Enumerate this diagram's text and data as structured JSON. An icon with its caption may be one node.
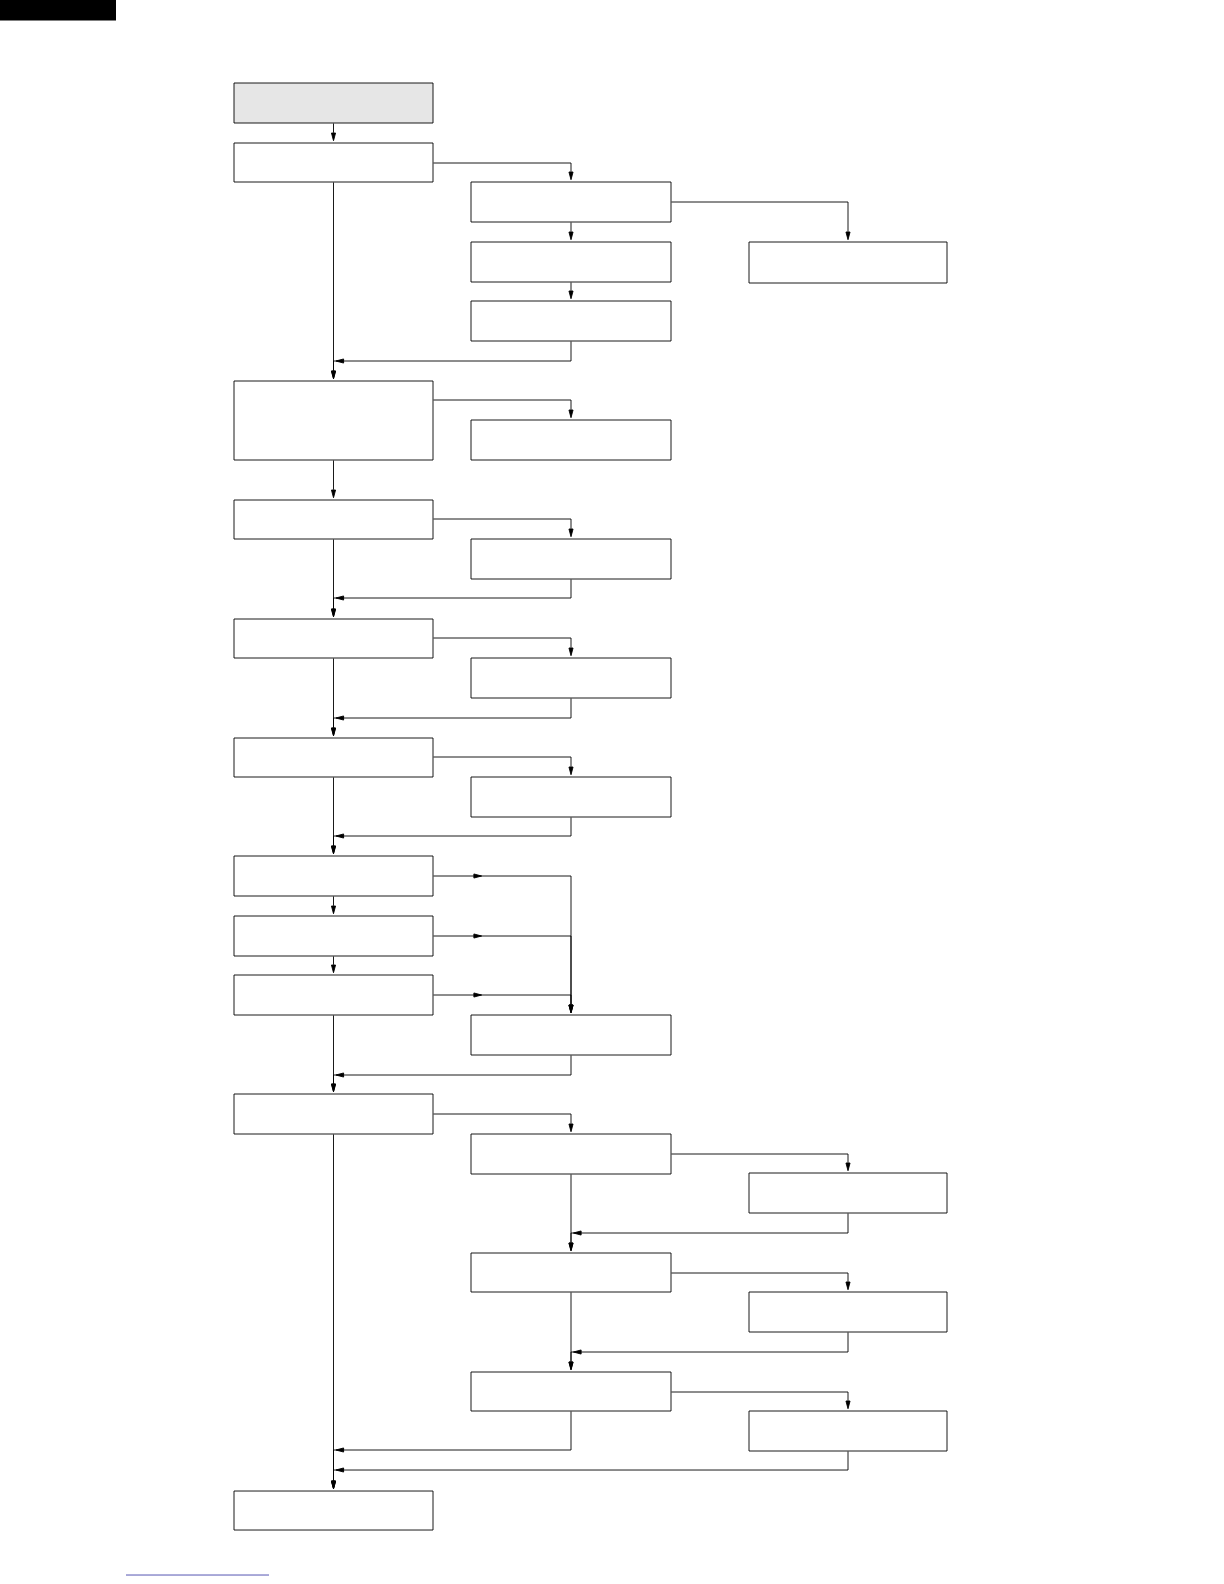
{
  "diagram": {
    "nodes": [
      {
        "text": [],
        "shape": "box"
      },
      {
        "text": [],
        "shape": "box"
      },
      {
        "text": [],
        "shape": "box"
      },
      {
        "text": [],
        "shape": "box"
      },
      {
        "text": [],
        "shape": "box"
      },
      {
        "text": [],
        "shape": "box"
      },
      {
        "text": [],
        "shape": "box"
      },
      {
        "text": [],
        "shape": "box"
      },
      {
        "text": [],
        "shape": "box"
      },
      {
        "text": [],
        "shape": "box"
      },
      {
        "text": [],
        "shape": "box"
      },
      {
        "text": [],
        "shape": "box"
      },
      {
        "text": [],
        "shape": "box"
      },
      {
        "text": [],
        "shape": "box"
      },
      {
        "text": [],
        "shape": "box"
      },
      {
        "text": [],
        "shape": "box"
      },
      {
        "text": [],
        "shape": "box"
      },
      {
        "text": [],
        "shape": "box"
      },
      {
        "text": [],
        "shape": "box"
      },
      {
        "text": [],
        "shape": "box"
      },
      {
        "text": [],
        "shape": "box"
      },
      {
        "text": [],
        "shape": "box"
      },
      {
        "text": [],
        "shape": "box"
      },
      {
        "text": [],
        "shape": "box"
      },
      {
        "text": [],
        "shape": "box"
      },
      {
        "text": [],
        "shape": "box"
      }
    ],
    "edges": [
      {
        "from": 0,
        "to": 1,
        "arrow": "to"
      },
      {
        "from": 1,
        "to": 2,
        "arrow": "to"
      },
      {
        "from": 2,
        "to": 3,
        "arrow": "to"
      },
      {
        "from": 2,
        "to": 4,
        "arrow": "to"
      },
      {
        "from": 3,
        "to": 5,
        "arrow": "to"
      },
      {
        "from": 1,
        "to": 6,
        "arrow": "to"
      },
      {
        "from": 5,
        "to": 6,
        "arrow": "to"
      },
      {
        "from": 6,
        "to": 7,
        "arrow": "to"
      },
      {
        "from": 6,
        "to": 8,
        "arrow": "to"
      },
      {
        "from": 8,
        "to": 9,
        "arrow": "to"
      },
      {
        "from": 8,
        "to": 10,
        "arrow": "to"
      },
      {
        "from": 9,
        "to": 10,
        "arrow": "to"
      },
      {
        "from": 10,
        "to": 11,
        "arrow": "to"
      },
      {
        "from": 10,
        "to": 12,
        "arrow": "to"
      },
      {
        "from": 11,
        "to": 12,
        "arrow": "to"
      },
      {
        "from": 12,
        "to": 13,
        "arrow": "to"
      },
      {
        "from": 12,
        "to": 14,
        "arrow": "to"
      },
      {
        "from": 13,
        "to": 14,
        "arrow": "to"
      },
      {
        "from": 14,
        "to": 15,
        "arrow": "to"
      },
      {
        "from": 15,
        "to": 16,
        "arrow": "to"
      },
      {
        "from": 14,
        "to": 17,
        "arrow": "to"
      },
      {
        "from": 15,
        "to": 17,
        "arrow": "to"
      },
      {
        "from": 16,
        "to": 17,
        "arrow": "to"
      },
      {
        "from": 16,
        "to": 18,
        "arrow": "to"
      },
      {
        "from": 17,
        "to": 18,
        "arrow": "to"
      },
      {
        "from": 18,
        "to": 19,
        "arrow": "to"
      },
      {
        "from": 18,
        "to": 25,
        "arrow": "to"
      },
      {
        "from": 19,
        "to": 20,
        "arrow": "to"
      },
      {
        "from": 19,
        "to": 21,
        "arrow": "to"
      },
      {
        "from": 20,
        "to": 21,
        "arrow": "to"
      },
      {
        "from": 21,
        "to": 22,
        "arrow": "to"
      },
      {
        "from": 21,
        "to": 23,
        "arrow": "to"
      },
      {
        "from": 22,
        "to": 23,
        "arrow": "to"
      },
      {
        "from": 23,
        "to": 24,
        "arrow": "to"
      },
      {
        "from": 23,
        "to": 25,
        "arrow": "to"
      },
      {
        "from": 24,
        "to": 25,
        "arrow": "to"
      }
    ]
  }
}
